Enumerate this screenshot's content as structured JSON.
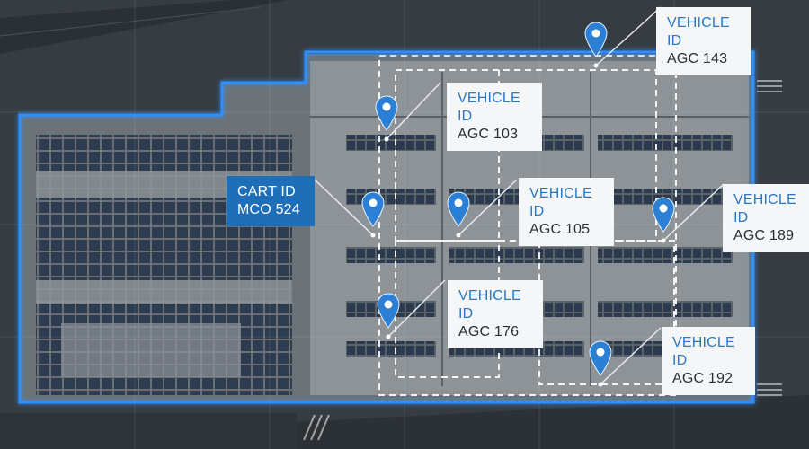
{
  "map": {
    "colors": {
      "boundary": "#2f8fff",
      "ground": "#3a4046",
      "roof": "#8a9094",
      "solar_panel": "#2b3a4f",
      "marker": "#2b7fd4",
      "label_bg": "#f4f6f7",
      "label_title": "#2b78c2",
      "cart_label_bg": "#1f6fb8"
    },
    "marker_icon": "location-pin-icon",
    "tags": [
      {
        "kind": "vehicle",
        "title": "VEHICLE ID",
        "value": "AGC 143"
      },
      {
        "kind": "vehicle",
        "title": "VEHICLE ID",
        "value": "AGC 103"
      },
      {
        "kind": "cart",
        "title": "CART ID",
        "value": "MCO 524"
      },
      {
        "kind": "vehicle",
        "title": "VEHICLE ID",
        "value": "AGC 105"
      },
      {
        "kind": "vehicle",
        "title": "VEHICLE ID",
        "value": "AGC 189"
      },
      {
        "kind": "vehicle",
        "title": "VEHICLE ID",
        "value": "AGC 176"
      },
      {
        "kind": "vehicle",
        "title": "VEHICLE ID",
        "value": "AGC 192"
      }
    ]
  }
}
